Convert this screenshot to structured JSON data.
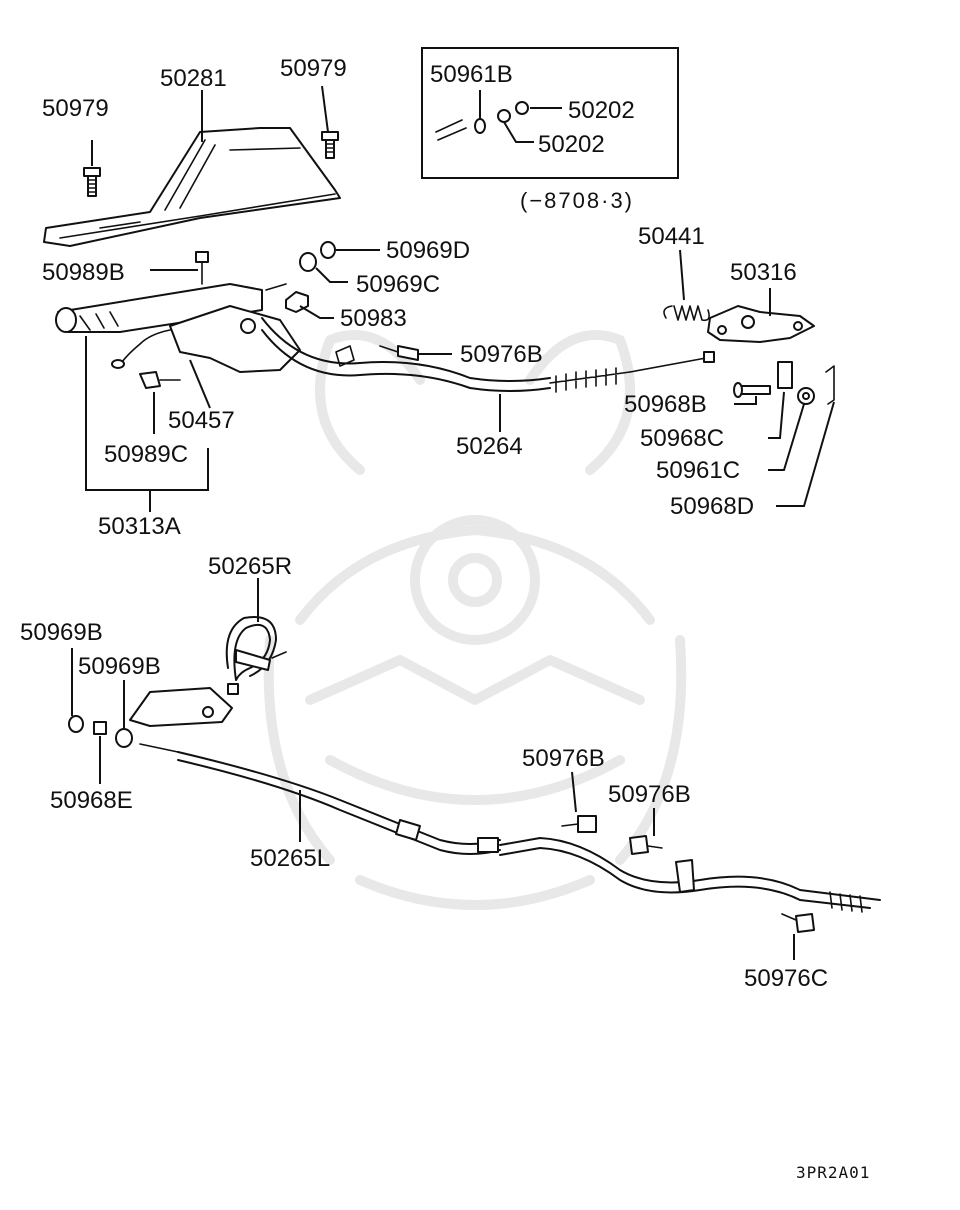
{
  "diagram": {
    "inset_note": "(−8708·3)",
    "drawing_code": "3PR2A01",
    "callouts": {
      "p50979_left": "50979",
      "p50281": "50281",
      "p50979_right": "50979",
      "p50961b": "50961B",
      "p50202_a": "50202",
      "p50202_b": "50202",
      "p50989b": "50989B",
      "p50969d": "50969D",
      "p50969c": "50969C",
      "p50983": "50983",
      "p50441": "50441",
      "p50316": "50316",
      "p50976b_top": "50976B",
      "p50264": "50264",
      "p50457": "50457",
      "p50989c": "50989C",
      "p50313a": "50313A",
      "p50968b": "50968B",
      "p50968c": "50968C",
      "p50961c": "50961C",
      "p50968d": "50968D",
      "p50265r": "50265R",
      "p50969b_a": "50969B",
      "p50969b_b": "50969B",
      "p50968e": "50968E",
      "p50265l": "50265L",
      "p50976b_mid": "50976B",
      "p50976b_right": "50976B",
      "p50976c": "50976C"
    }
  }
}
